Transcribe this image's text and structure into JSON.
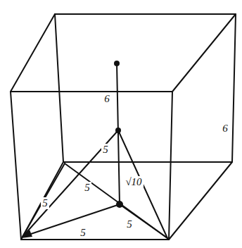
{
  "diagram": {
    "labels": [
      "6",
      "6",
      "5",
      "5",
      "5",
      "5",
      "√10",
      "5"
    ]
  }
}
